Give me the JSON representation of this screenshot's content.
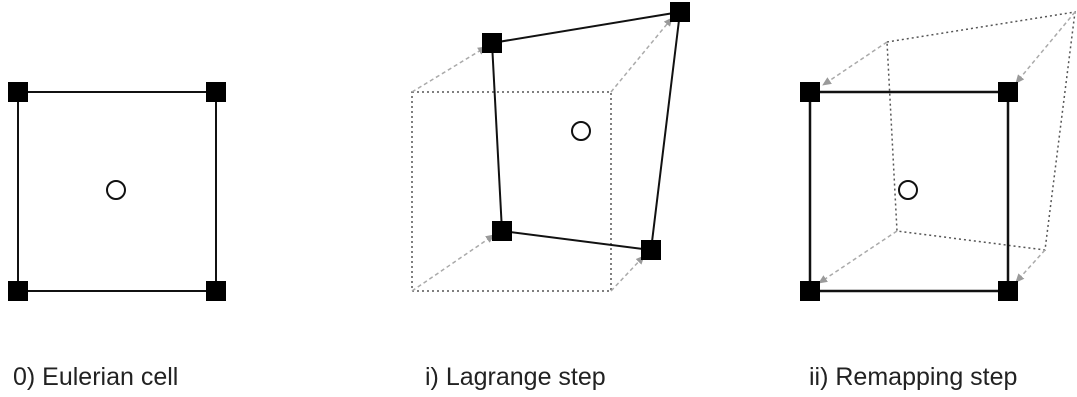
{
  "captions": {
    "eulerian": "0) Eulerian cell",
    "lagrange": "i) Lagrange step",
    "remapping": "ii) Remapping step"
  },
  "colors": {
    "node_fill": "#000000",
    "cell_edge": "#111111",
    "dotted_edge": "#555555",
    "arrow": "#9a9a9a",
    "centroid_fill": "#ffffff",
    "caption_text": "#222222"
  },
  "icons": {
    "node": "filled-square",
    "centroid": "hollow-circle",
    "displacement": "dashed-arrow"
  }
}
